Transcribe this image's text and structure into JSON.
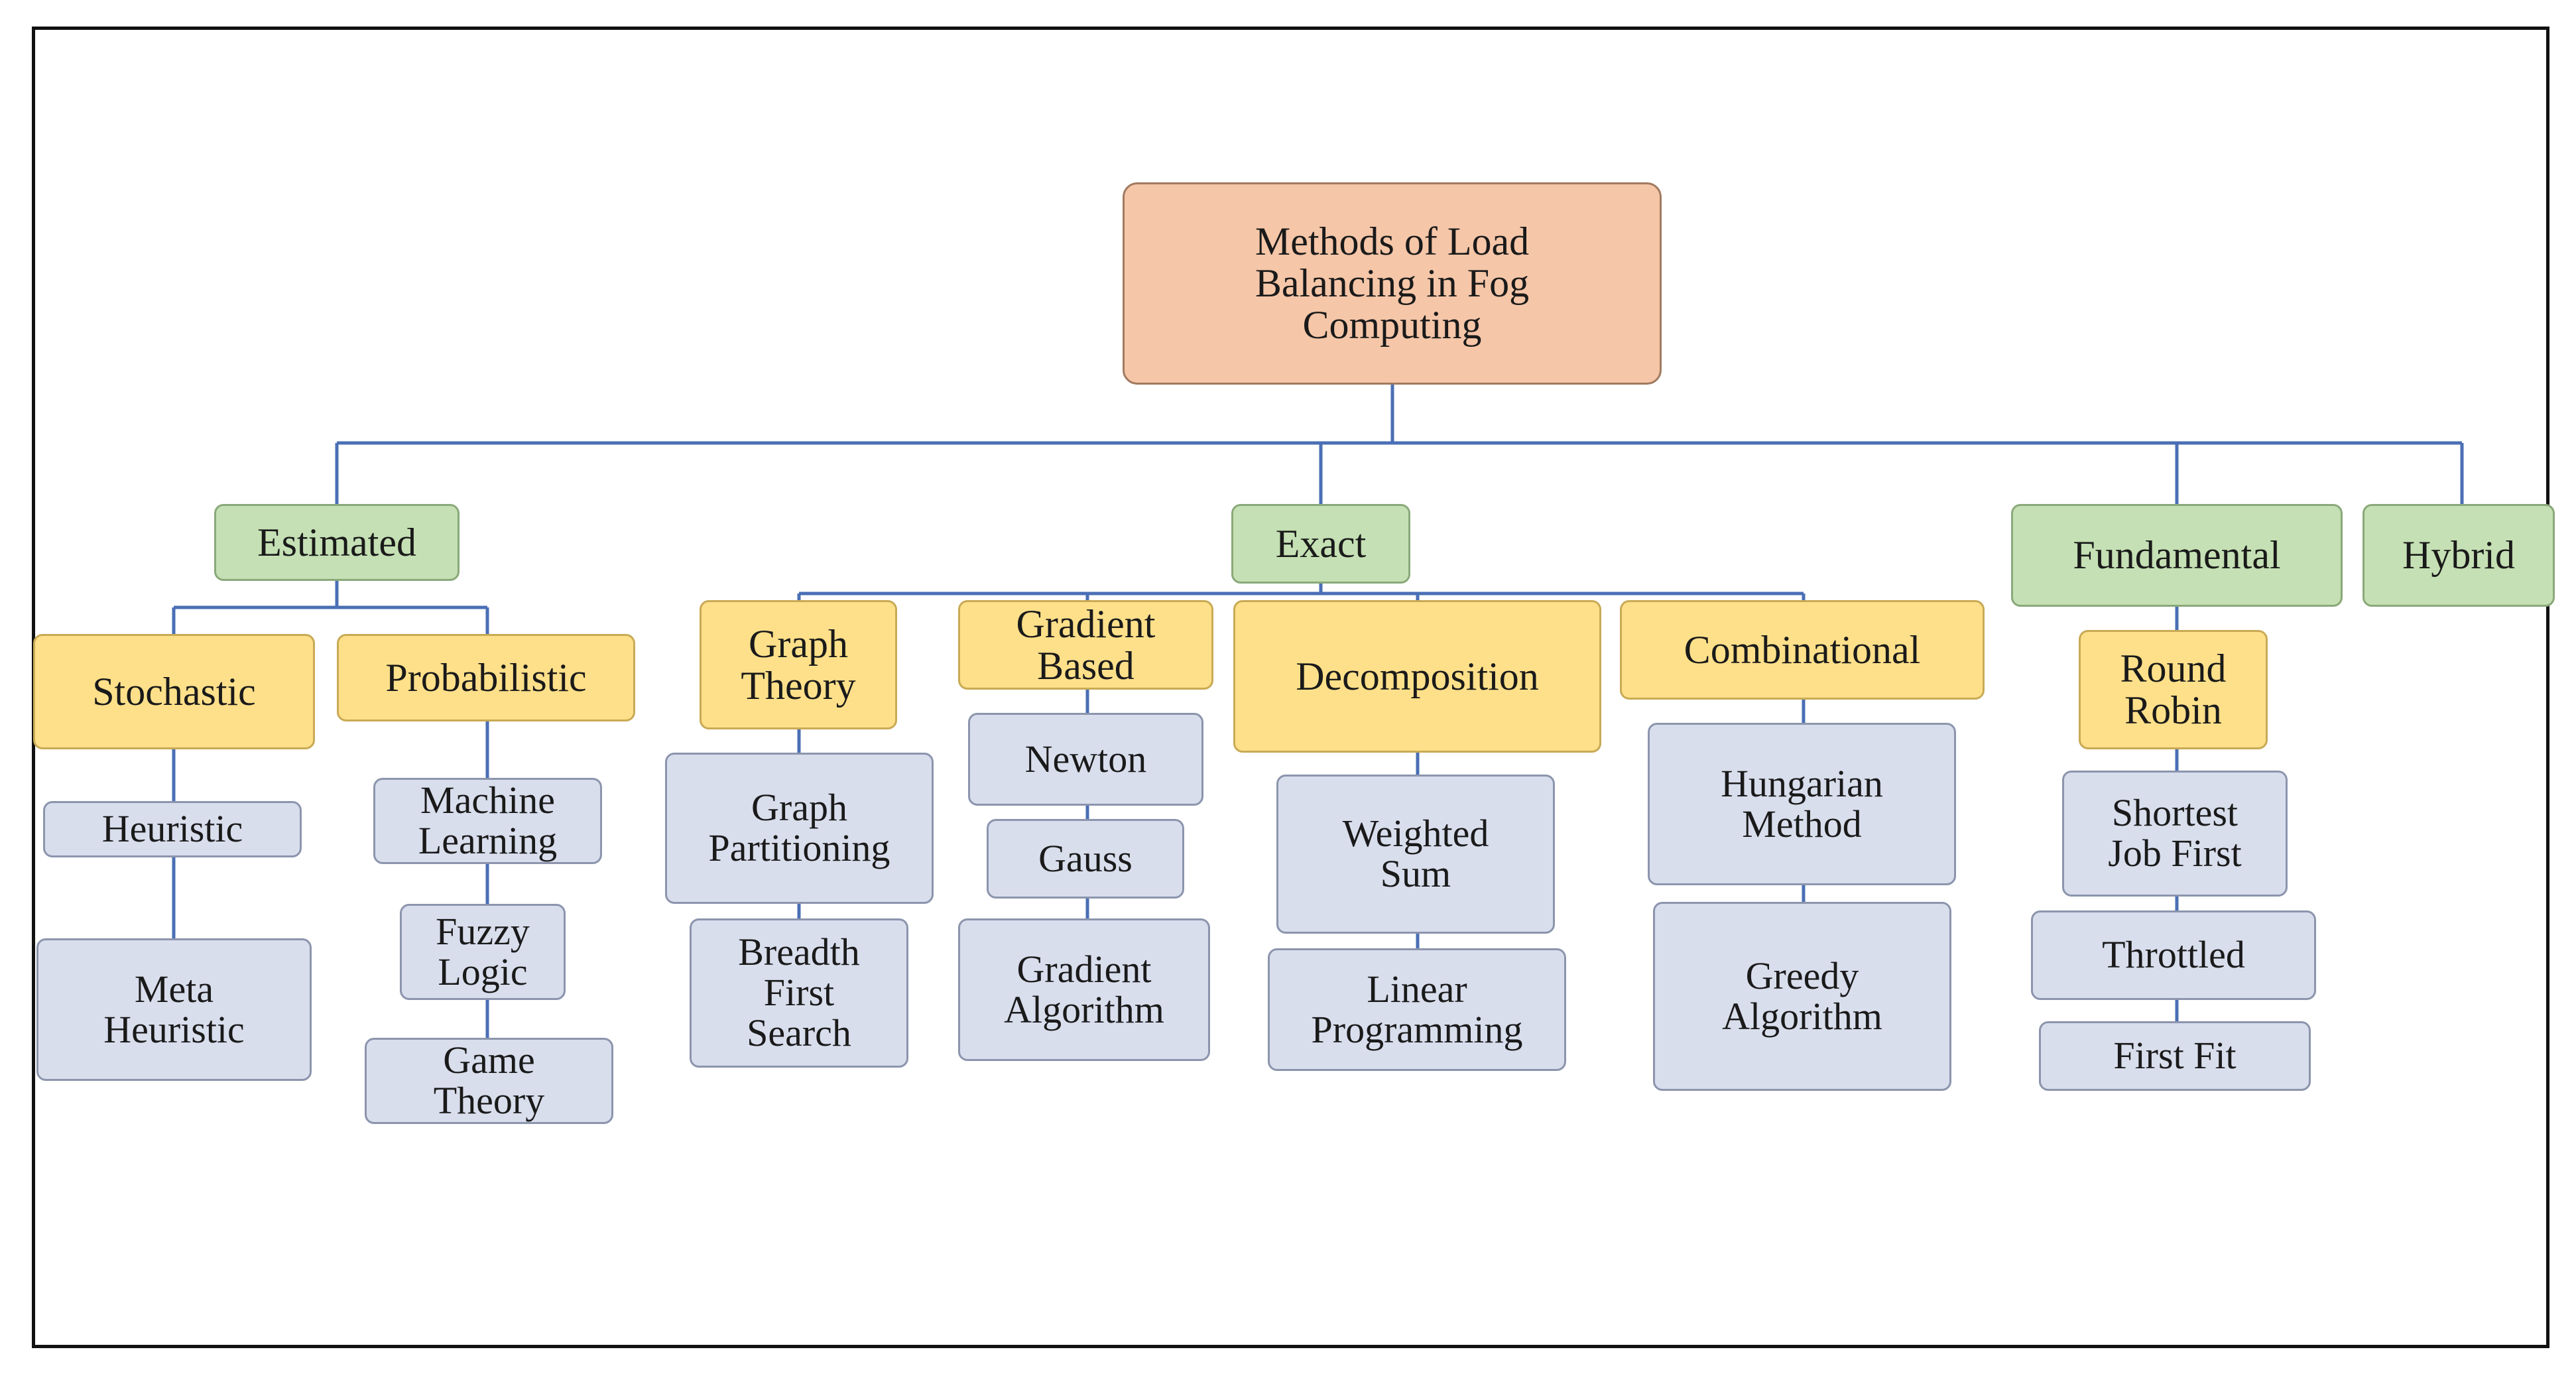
{
  "root": "Methods of Load\nBalancing  in Fog\nComputing",
  "categories": {
    "estimated": "Estimated",
    "exact": "Exact",
    "fundamental": "Fundamental",
    "hybrid": "Hybrid"
  },
  "subcategories": {
    "stochastic": "Stochastic",
    "probabilistic": "Probabilistic",
    "graph_theory": "Graph\nTheory",
    "gradient_based": "Gradient\nBased",
    "decomposition": "Decomposition",
    "combinational": "Combinational",
    "round_robin": "Round\nRobin"
  },
  "leaves": {
    "heuristic": "Heuristic",
    "meta_heuristic": "Meta\nHeuristic",
    "machine_learning": "Machine\nLearning",
    "fuzzy_logic": "Fuzzy\nLogic",
    "game_theory": "Game\nTheory",
    "graph_partitioning": "Graph\nPartitioning",
    "breadth_first_search": "Breadth\nFirst\nSearch",
    "newton": "Newton",
    "gauss": "Gauss",
    "gradient_algorithm": "Gradient\nAlgorithm",
    "weighted_sum": "Weighted\nSum",
    "linear_programming": "Linear\nProgramming",
    "hungarian_method": "Hungarian\nMethod",
    "greedy_algorithm": "Greedy\nAlgorithm",
    "shortest_job_first": "Shortest\nJob First",
    "throttled": "Throttled",
    "first_fit": "First Fit"
  },
  "colors": {
    "root_fill": "#f5c6a8",
    "category_fill": "#c5e0b4",
    "subcategory_fill": "#ffe08a",
    "leaf_fill": "#d9deed",
    "connector": "#4a6fb5"
  }
}
